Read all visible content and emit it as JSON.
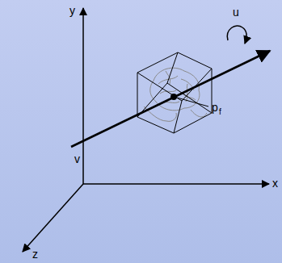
{
  "diagram": {
    "labels": [
      "y",
      "u",
      "v",
      "p",
      "f",
      "x",
      "z"
    ]
  }
}
